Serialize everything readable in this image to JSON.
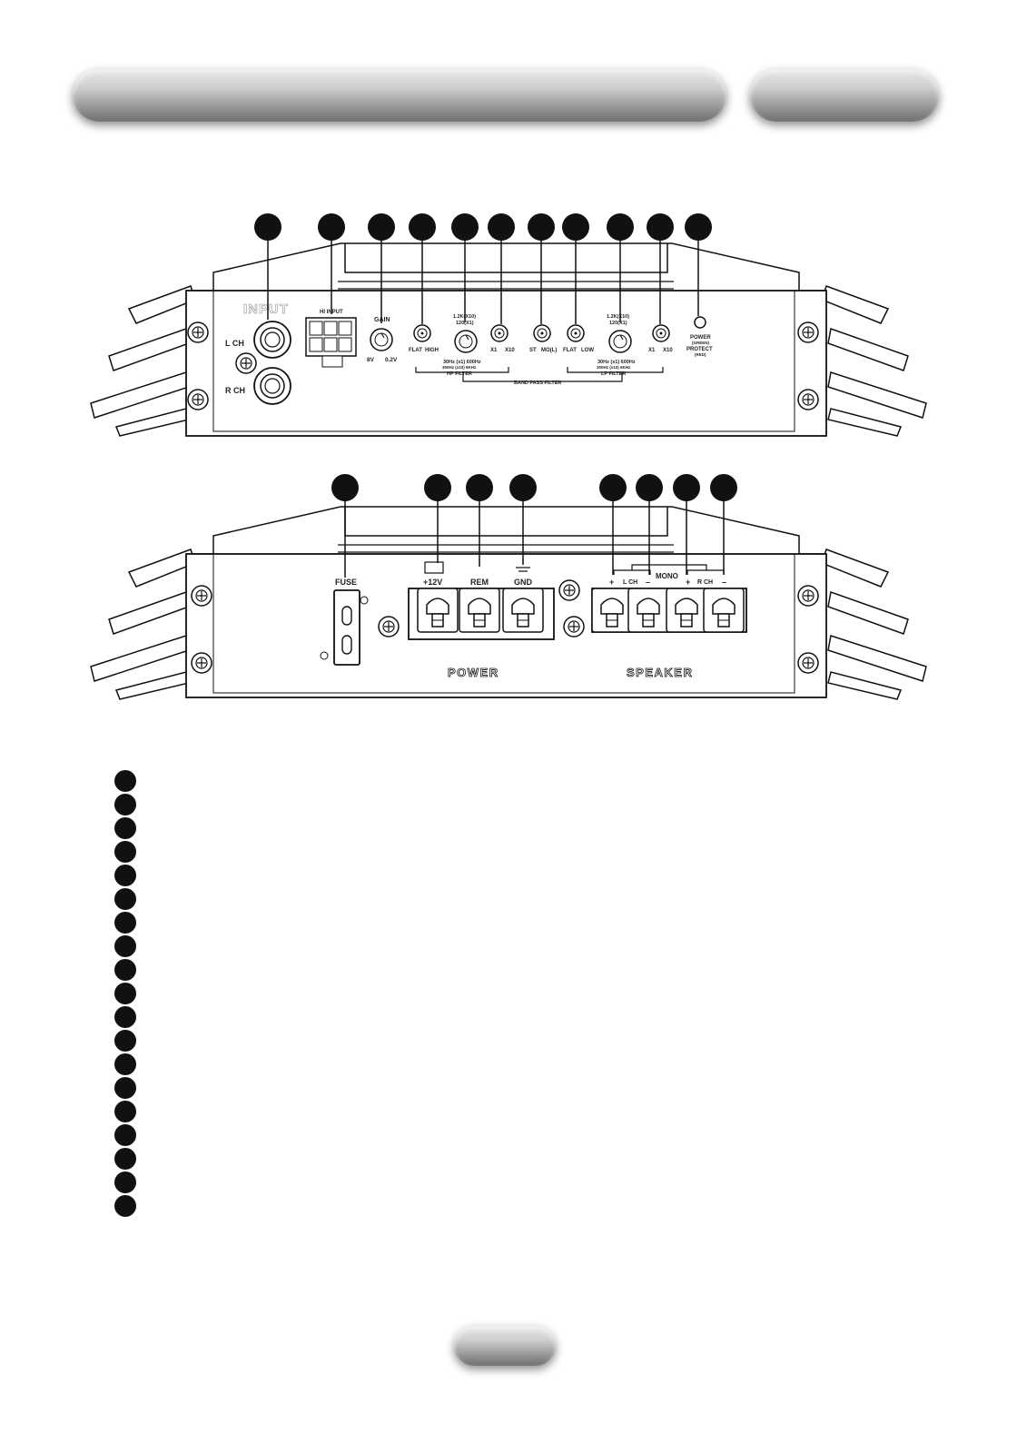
{
  "top_panel": {
    "input_logo": "INPUT",
    "hi_input": "HI INPUT",
    "l_ch": "L CH",
    "r_ch": "R CH",
    "gain": "GAIN",
    "gain_min": "8V",
    "gain_max": "0.2V",
    "hp_flat": "FLAT",
    "hp_high": "HIGH",
    "hp_freq_top": "1.2K(X10)",
    "hp_freq_top2": "120(X1)",
    "hp_range": "30Hz (x1) 600Hz",
    "hp_range2": "300Hz (x10) 6KHz",
    "hp_x1": "X1",
    "hp_x10": "X10",
    "st": "ST",
    "mono": "MO(L)",
    "lp_flat": "FLAT",
    "lp_low": "LOW",
    "lp_freq_top": "1.2K(X10)",
    "lp_freq_top2": "120(X1)",
    "lp_range": "30Hz (x1) 600Hz",
    "lp_range2": "300Hz (x10) 6KHz",
    "lp_x1": "X1",
    "lp_x10": "X10",
    "power_led": "POWER",
    "power_led2": "(GREEN)",
    "protect": "PROTECT",
    "protect2": "(RED)",
    "hp_filter": "HP FILTER",
    "lp_filter": "LP FILTER",
    "band_pass": "BAND PASS FILTER"
  },
  "bottom_panel": {
    "fuse": "FUSE",
    "plus12v": "+12V",
    "rem": "REM",
    "gnd": "GND",
    "plus_l": "+",
    "minus_l": "–",
    "l_ch": "L CH",
    "mono": "MONO",
    "plus_r": "+",
    "r_ch": "R CH",
    "minus_r": "–",
    "power_logo": "POWER",
    "speaker_logo": "SPEAKER"
  },
  "colors": {
    "ink": "#111111",
    "pill_light": "#e8e8e8",
    "pill_dark": "#6e6e6e"
  }
}
